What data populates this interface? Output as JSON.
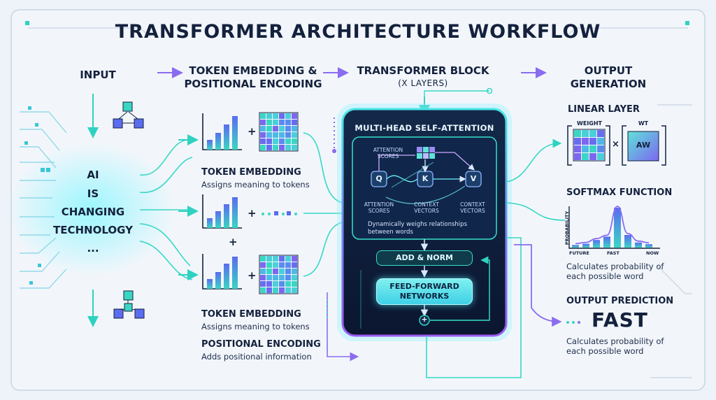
{
  "title": "TRANSFORMER ARCHITECTURE WORKFLOW",
  "columns": {
    "input": "INPUT",
    "embedding_line1": "TOKEN EMBEDDING &",
    "embedding_line2": "POSITIONAL ENCODING",
    "transformer": "TRANSFORMER BLOCK",
    "transformer_sub": "(X LAYERS)",
    "output_line1": "OUTPUT",
    "output_line2": "GENERATION"
  },
  "input_words": [
    "AI",
    "IS",
    "CHANGING",
    "TECHNOLOGY",
    "..."
  ],
  "embedding": {
    "token_embedding_1": "TOKEN EMBEDDING",
    "token_embedding_1_desc": "Assigns meaning to tokens",
    "token_embedding_2": "TOKEN EMBEDDING",
    "token_embedding_2_desc": "Assigns meaning to tokens",
    "positional_encoding": "POSITIONAL ENCODING",
    "positional_encoding_desc": "Adds positional information",
    "plus": "+"
  },
  "transformer_block": {
    "attention_title": "MULTI-HEAD SELF-ATTENTION",
    "attention_scores_top": "ATTENTION SCORES",
    "attention_scores_bottom": "ATTENTION SCORES",
    "context_vectors_1": "CONTEXT VECTORS",
    "context_vectors_2": "CONTEXT VECTORS",
    "q": "Q",
    "k": "K",
    "v": "V",
    "attention_desc": "Dynamically weighs relationships between words",
    "add_norm": "ADD & NORM",
    "ffn_line1": "FEED-FORWARD",
    "ffn_line2": "NETWORKS",
    "residual_symbol": "+"
  },
  "output": {
    "linear_layer": "LINEAR LAYER",
    "weight_label": "WEIGHT",
    "wt_label": "WT",
    "aw_label": "AW",
    "times": "×",
    "softmax": "SOFTMAX FUNCTION",
    "probability_axis": "PROBABILITY",
    "softmax_desc_1": "Calculates probability of",
    "softmax_desc_2": "each possible word",
    "prediction": "OUTPUT PREDICTION",
    "predicted_word": "FAST",
    "prediction_desc_1": "Calculates probability of",
    "prediction_desc_2": "each possible word"
  },
  "softmax_chart": {
    "categories": [
      "FUTURE",
      "FAST",
      "NOW"
    ],
    "bar_values": [
      0.06,
      0.09,
      0.18,
      0.26,
      0.95,
      0.3,
      0.12,
      0.08
    ]
  },
  "colors": {
    "accent_cyan": "#35e0c9",
    "accent_purple": "#8a6cf0",
    "block_dark": "#0d1a33",
    "text_dark": "#14213d"
  }
}
